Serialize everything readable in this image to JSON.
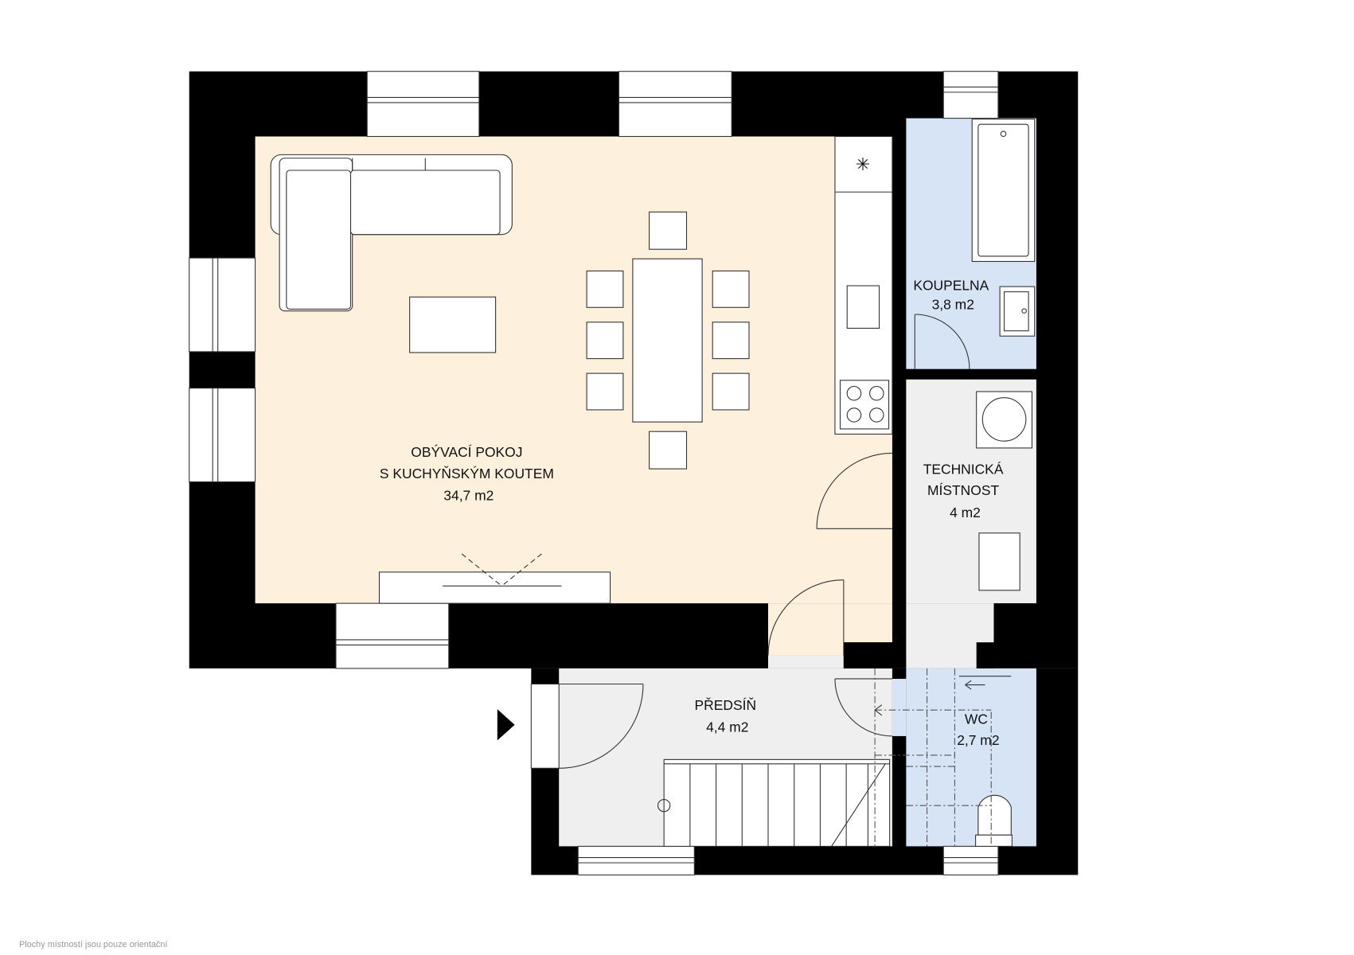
{
  "colors": {
    "wall": "#000000",
    "living": "#fdf0dd",
    "wet": "#d6e4f5",
    "service": "#efefef"
  },
  "rooms": [
    {
      "id": "living",
      "lines": [
        "OBÝVACÍ POKOJ",
        "S KUCHYŇSKÝM KOUTEM",
        "34,7 m2"
      ]
    },
    {
      "id": "bathroom",
      "lines": [
        "KOUPELNA",
        "3,8 m2"
      ]
    },
    {
      "id": "technical",
      "lines": [
        "TECHNICKÁ",
        "MÍSTNOST",
        "4 m2"
      ]
    },
    {
      "id": "hall",
      "lines": [
        "PŘEDSÍŇ",
        "4,4 m2"
      ]
    },
    {
      "id": "wc",
      "lines": [
        "WC",
        "2,7 m2"
      ]
    }
  ],
  "footer_note": "Plochy místností jsou pouze orientační"
}
